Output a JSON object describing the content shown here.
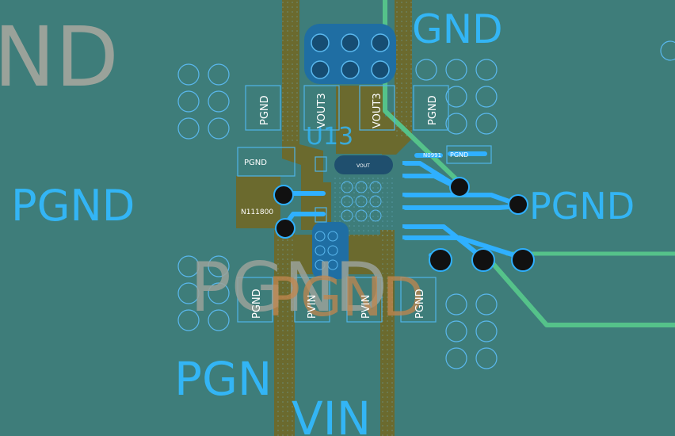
{
  "canvas": {
    "background": "#3e7d7a",
    "colors": {
      "copper_top": "#6b6a2e",
      "copper_top_edge": "#8a7a36",
      "copper_bottom": "#1f6ea3",
      "trace_blue": "#2fb0ff",
      "trace_green": "#55c28a",
      "silk_blue": "#33b5f5",
      "silk_gray": "#9aa29a",
      "silk_orange": "#c2874e",
      "pad_outline": "#4fb3e8",
      "via_ring": "#5ab8ee"
    }
  },
  "labels": {
    "net_nd_top_left": "ND",
    "net_gnd_top_right": "GND",
    "net_pgnd_left": "PGND",
    "net_pgnd_right": "PGND",
    "net_pgnd_big_center": "PGND",
    "net_pgnd_orange": "PGND",
    "net_pgn_bottom": "PGN",
    "net_vin_bottom": "VIN",
    "ref_u13": "U13"
  },
  "pads": {
    "pgnd_top_left": "PGND",
    "vout3_left": "VOUT3",
    "vout3_right": "VOUT3",
    "pgnd_top_right": "PGND",
    "pgnd_mid_left": "PGND",
    "pgnd_small_right": "PGND",
    "net_tag_left": "N111800",
    "net_tag_right": "N0991",
    "vout_center": "VOUT",
    "pgnd_bottom_left": "PGND",
    "pvin_left": "PVIN",
    "pvin_right": "PVIN",
    "pgnd_bottom_right": "PGND"
  }
}
